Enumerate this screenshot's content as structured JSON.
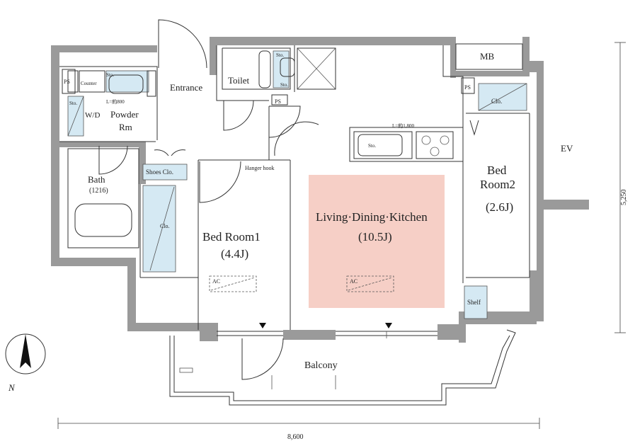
{
  "rooms": {
    "entrance": "Entrance",
    "toilet": "Toilet",
    "powder_rm_line1": "Powder",
    "powder_rm_line2": "Rm",
    "bath": "Bath",
    "bath_size": "(1216)",
    "wd": "W/D",
    "bedroom1_name": "Bed Room1",
    "bedroom1_size": "(4.4J)",
    "ldk_name": "Living·Dining·Kitchen",
    "ldk_size": "(10.5J)",
    "bedroom2_line1": "Bed",
    "bedroom2_line2": "Room2",
    "bedroom2_size": "(2.6J)",
    "balcony": "Balcony",
    "mb": "MB",
    "ev": "EV"
  },
  "fixtures": {
    "ps_left": "PS",
    "ps_toilet": "PS",
    "ps_right": "PS",
    "counter": "Counter",
    "sto_powder": "Sto.",
    "sto_wd": "Sto.",
    "sto_toilet_top": "Sto.",
    "sto_toilet_bottom": "Sto.",
    "sto_kitchen": "Sto.",
    "counter_length": "L=約800",
    "kitchen_length": "L=約1,800",
    "shoes_clo": "Shoes Clo.",
    "clo_bed1": "Clo.",
    "clo_bed2": "Clo.",
    "hanger_hook": "Hanger hook",
    "ac_bed1": "AC",
    "ac_ldk": "AC",
    "shelf": "Shelf"
  },
  "dimensions": {
    "width": "8,600",
    "height": "5,250"
  },
  "compass": {
    "north": "N"
  }
}
